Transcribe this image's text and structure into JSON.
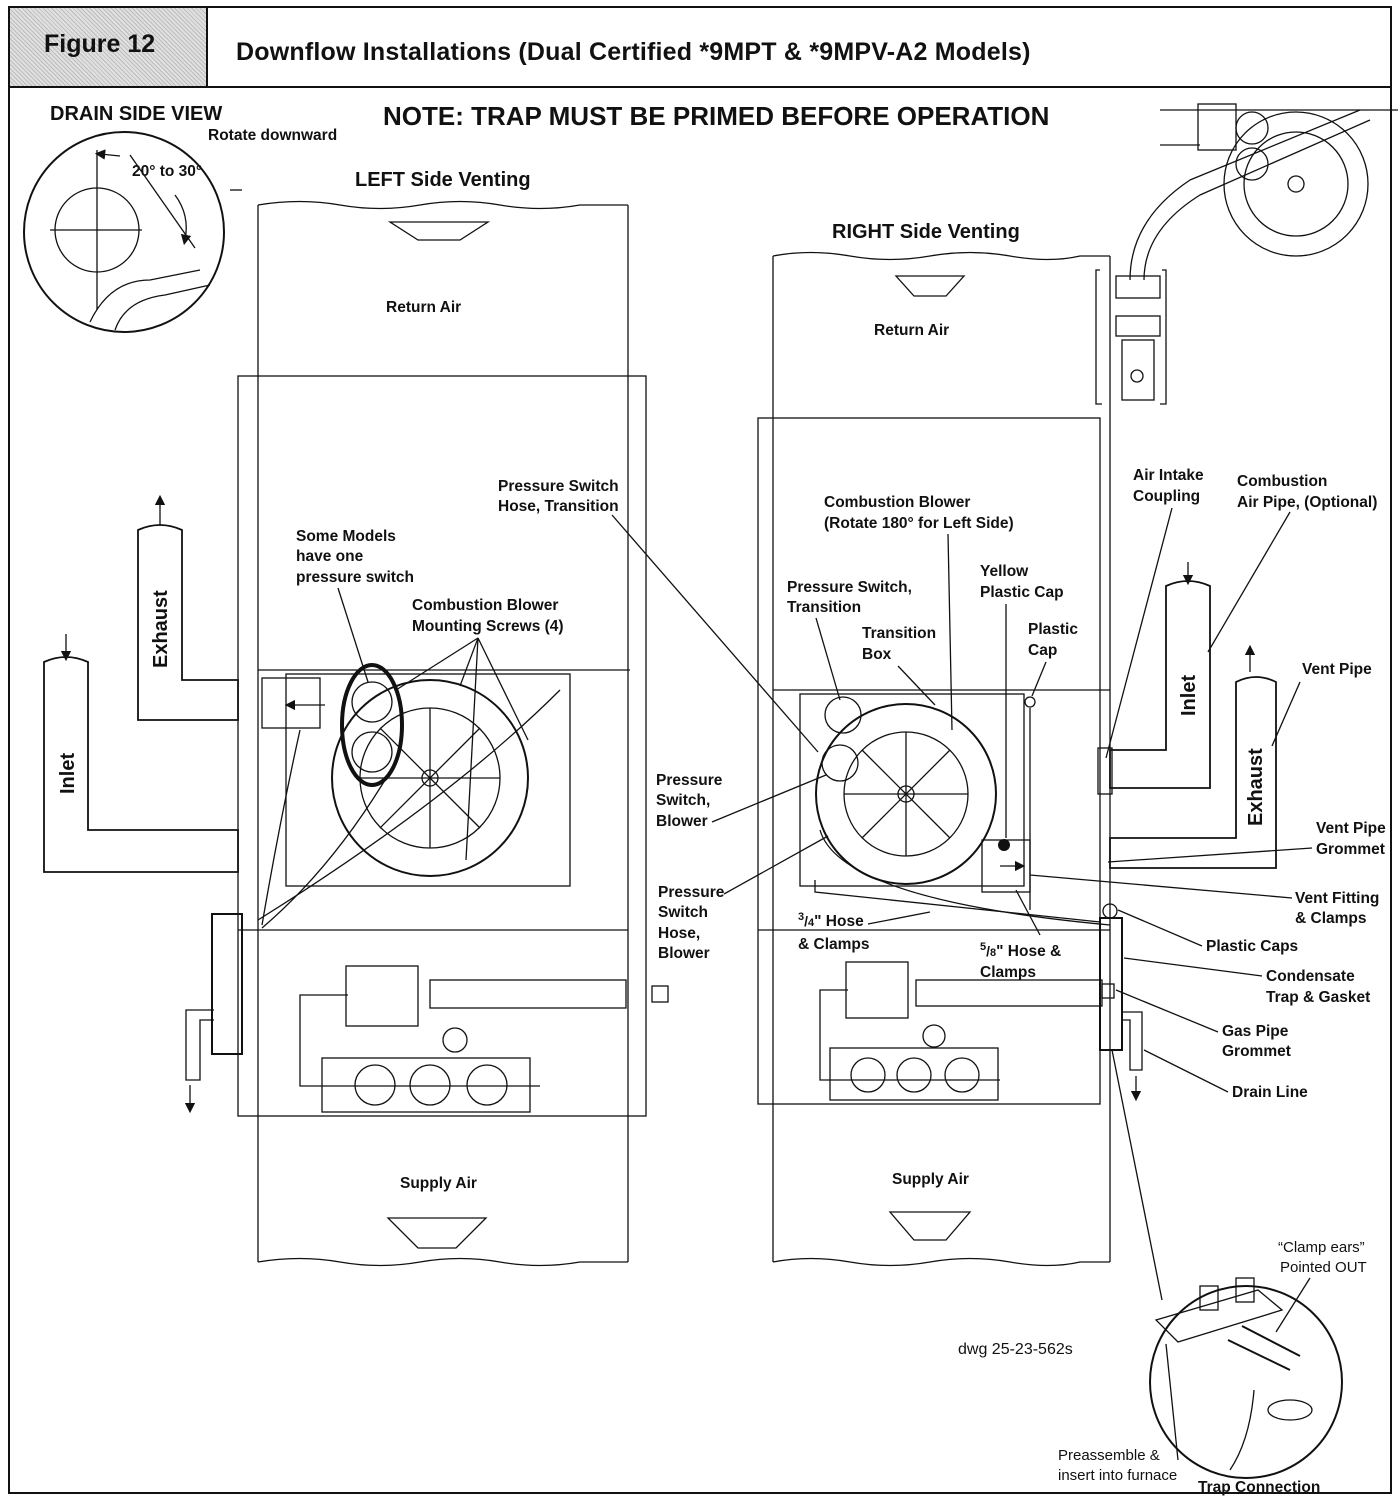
{
  "header": {
    "figure": "Figure 12",
    "title": "Downflow Installations (Dual Certified *9MPT & *9MPV-A2 Models)"
  },
  "note": "NOTE: TRAP MUST BE PRIMED BEFORE OPERATION",
  "drain_view": {
    "title": "DRAIN SIDE VIEW",
    "rotate": "Rotate downward",
    "angle": "20°  to 30°"
  },
  "left": {
    "title": "LEFT Side Venting",
    "return_air": "Return Air",
    "supply_air": "Supply Air",
    "exhaust": "Exhaust",
    "inlet": "Inlet",
    "some_models": [
      "Some Models",
      "have one",
      "pressure switch"
    ],
    "blower_screws": [
      "Combustion Blower",
      "Mounting Screws (4)"
    ],
    "ps_hose_transition": [
      "Pressure Switch",
      "Hose, Transition"
    ],
    "ps_blower": [
      "Pressure",
      "Switch,",
      "Blower"
    ],
    "ps_hose_blower": [
      "Pressure",
      "Switch",
      "Hose,",
      "Blower"
    ]
  },
  "right": {
    "title": "RIGHT Side Venting",
    "return_air": "Return Air",
    "supply_air": "Supply Air",
    "combustion_blower": [
      "Combustion Blower",
      "(Rotate 180° for Left Side)"
    ],
    "ps_transition": [
      "Pressure Switch,",
      "Transition"
    ],
    "transition_box": [
      "Transition",
      "Box"
    ],
    "yellow_cap": [
      "Yellow",
      "Plastic Cap"
    ],
    "plastic_cap": [
      "Plastic",
      "Cap"
    ],
    "air_intake": [
      "Air Intake",
      "Coupling"
    ],
    "comb_air_pipe": [
      "Combustion",
      "Air Pipe, (Optional)"
    ],
    "inlet": "Inlet",
    "exhaust": "Exhaust",
    "vent_pipe": "Vent Pipe",
    "vent_grommet": [
      "Vent Pipe",
      "Grommet"
    ],
    "vent_fitting": [
      "Vent Fitting",
      "& Clamps"
    ],
    "hose34_num": "3",
    "hose34_den": "4",
    "hose34_rest": "\" Hose",
    "hose34_clamps": "& Clamps",
    "hose58_num": "5",
    "hose58_den": "8",
    "hose58_rest": "\" Hose &",
    "hose58_clamps": "Clamps",
    "plastic_caps": "Plastic Caps",
    "condensate": [
      "Condensate",
      "Trap & Gasket"
    ],
    "gas_grommet": [
      "Gas Pipe",
      "Grommet"
    ],
    "drain_line": "Drain Line"
  },
  "detail": {
    "clamp_ears": [
      "“Clamp ears”",
      "Pointed OUT"
    ],
    "preassemble": [
      "Preassemble &",
      "insert into furnace"
    ],
    "trap_connection": "Trap Connection"
  },
  "dwg": "dwg 25-23-562s"
}
